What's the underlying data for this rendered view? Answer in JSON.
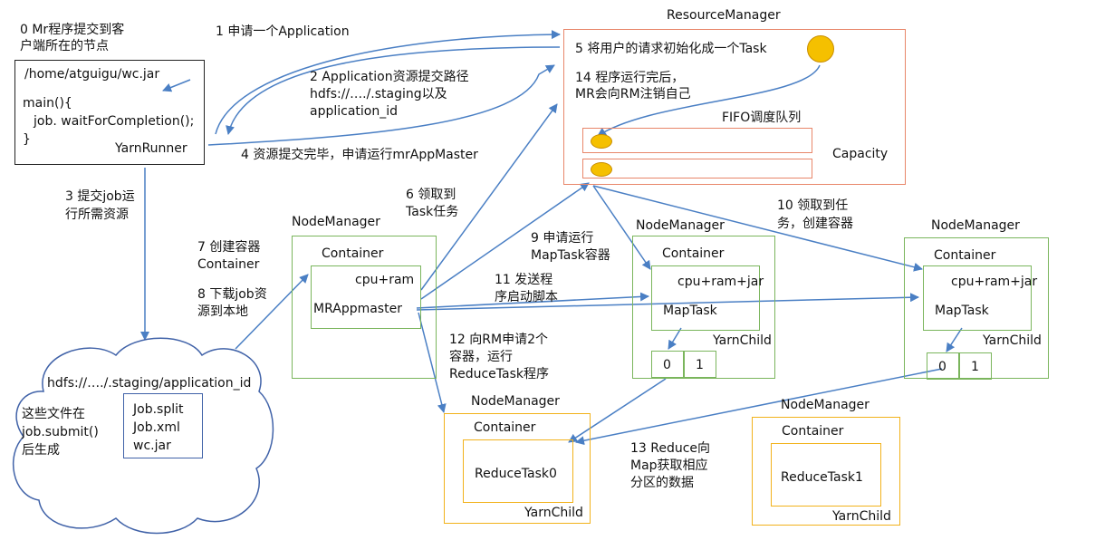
{
  "client": {
    "title_line1": "0 Mr程序提交到客",
    "title_line2": "户端所在的节点",
    "code_line1": "/home/atguigu/wc.jar",
    "code_line2": "main(){",
    "code_line3": "job. waitForCompletion();",
    "code_line4": "}",
    "runner": "YarnRunner"
  },
  "resource_manager": {
    "title": "ResourceManager",
    "step5": "5 将用户的请求初始化成一个Task",
    "step14_line1": "14 程序运行完后，",
    "step14_line2": "MR会向RM注销自己",
    "fifo": "FIFO调度队列",
    "capacity": "Capacity"
  },
  "steps": {
    "s1": "1 申请一个Application",
    "s2_line1": "2 Application资源提交路径",
    "s2_line2": "hdfs://…./.staging以及",
    "s2_line3": "application_id",
    "s3_line1": "3 提交job运",
    "s3_line2": "行所需资源",
    "s4": "4 资源提交完毕，申请运行mrAppMaster",
    "s6_line1": "6 领取到",
    "s6_line2": "Task任务",
    "s7_line1": "7 创建容器",
    "s7_line2": "Container",
    "s8_line1": "8 下载job资",
    "s8_line2": "源到本地",
    "s9_line1": "9 申请运行",
    "s9_line2": "MapTask容器",
    "s10_line1": "10 领取到任",
    "s10_line2": "务，创建容器",
    "s11_line1": "11 发送程",
    "s11_line2": "序启动脚本",
    "s12_line1": "12 向RM申请2个",
    "s12_line2": "容器，运行",
    "s12_line3": "ReduceTask程序",
    "s13_line1": "13 Reduce向",
    "s13_line2": "Map获取相应",
    "s13_line3": "分区的数据"
  },
  "hdfs": {
    "path": "hdfs://…./.staging/application_id",
    "note_line1": "这些文件在",
    "note_line2": "job.submit()",
    "note_line3": "后生成",
    "file1": "Job.split",
    "file2": "Job.xml",
    "file3": "wc.jar"
  },
  "nm_app": {
    "title": "NodeManager",
    "container": "Container",
    "res": "cpu+ram",
    "app": "MRAppmaster"
  },
  "nm_map1": {
    "title": "NodeManager",
    "container": "Container",
    "res": "cpu+ram+jar",
    "task": "MapTask",
    "child": "YarnChild",
    "p0": "0",
    "p1": "1"
  },
  "nm_map2": {
    "title": "NodeManager",
    "container": "Container",
    "res": "cpu+ram+jar",
    "task": "MapTask",
    "child": "YarnChild",
    "p0": "0",
    "p1": "1"
  },
  "nm_reduce0": {
    "title": "NodeManager",
    "container": "Container",
    "task": "ReduceTask0",
    "child": "YarnChild"
  },
  "nm_reduce1": {
    "title": "NodeManager",
    "container": "Container",
    "task": "ReduceTask1",
    "child": "YarnChild"
  },
  "colors": {
    "arrow": "#4a7fc4",
    "resource_manager_border": "#e8866a",
    "nodemanager_border": "#7ab55c",
    "reduce_border": "#f2b21b",
    "task_dot": "#f5c000"
  }
}
